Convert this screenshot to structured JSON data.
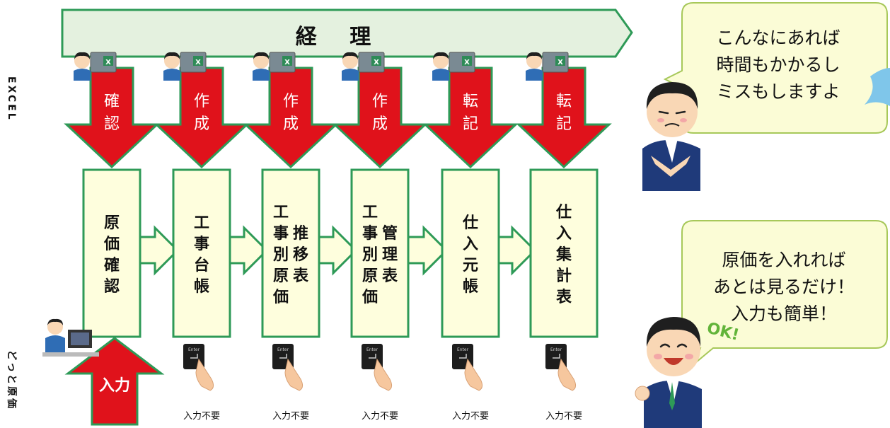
{
  "colors": {
    "banner_fill": "#e4f1df",
    "banner_stroke": "#2e9a57",
    "red_arrow": "#e0121b",
    "box_fill": "#fefedd",
    "box_stroke": "#2e9a57",
    "bubble_fill": "#fbfcd6",
    "bubble_stroke": "#a7c85a",
    "shirt": "#1f3a7a",
    "skin": "#f9d7b5",
    "hair": "#1f1f1f",
    "ok_green": "#62b43a"
  },
  "header": {
    "title": "経 理"
  },
  "side_labels": {
    "excel": "EXCEL",
    "dotto": "どっと原価"
  },
  "steps": [
    {
      "action": "確認",
      "box": [
        "原価確認"
      ],
      "has_key": false
    },
    {
      "action": "作成",
      "box": [
        "工事台帳"
      ],
      "has_key": true
    },
    {
      "action": "作成",
      "box": [
        "推移表",
        "工事別原価"
      ],
      "has_key": true
    },
    {
      "action": "作成",
      "box": [
        "管理表",
        "工事別原価"
      ],
      "has_key": true
    },
    {
      "action": "転記",
      "box": [
        "仕入元帳"
      ],
      "has_key": true
    },
    {
      "action": "転記",
      "box": [
        "仕入集計表"
      ],
      "has_key": true
    }
  ],
  "input_arrow": {
    "label": "入力"
  },
  "no_input_label": "入力不要",
  "bubble_top": {
    "lines": [
      "こんなにあれば",
      "時間もかかるし",
      "ミスもしますよ"
    ]
  },
  "bubble_bottom": {
    "lines": [
      "原価を入れれば",
      "あとは見るだけ！",
      "入力も簡単！"
    ]
  },
  "ok_mark": "OK!",
  "icons": {
    "worker": "worker-at-pc-icon",
    "tired": "tired-man-icon",
    "happy": "happy-man-ok-icon",
    "key_press": "enter-key-press-icon"
  }
}
